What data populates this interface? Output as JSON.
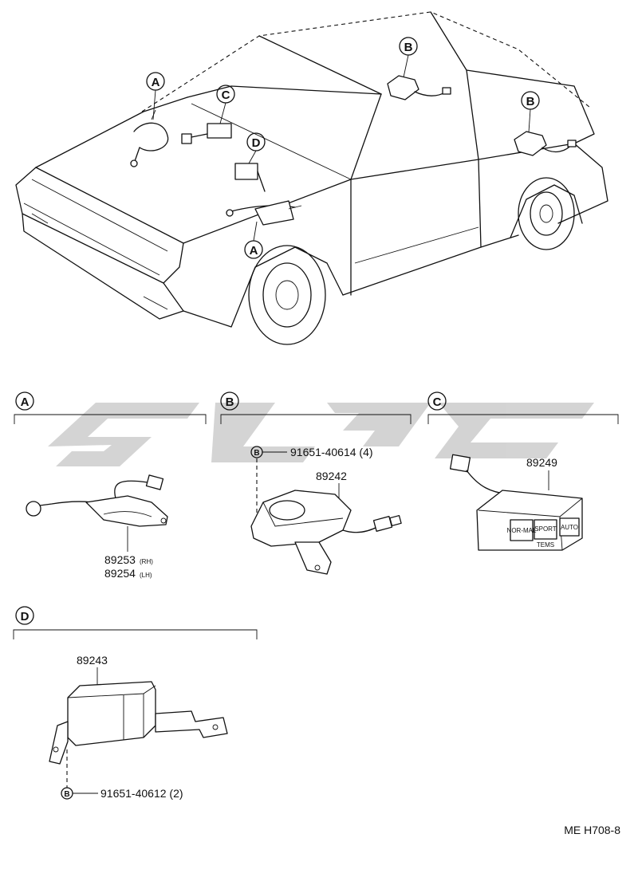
{
  "watermark": "",
  "refs": {
    "a": "A",
    "b": "B",
    "c": "C",
    "d": "D"
  },
  "parts": {
    "a_rh": "89253",
    "a_rh_suffix": "(RH)",
    "a_lh": "89254",
    "a_lh_suffix": "(LH)",
    "b_main": "89242",
    "b_bolt": "91651-40614 (4)",
    "c_main": "89249",
    "d_main": "89243",
    "d_bolt": "91651-40612 (2)"
  },
  "switch_labels": {
    "left": "NOR-MAL",
    "mid": "SPORT",
    "right": "AUTO",
    "bottom": "TEMS"
  },
  "diagram_code": "ME H708-8"
}
